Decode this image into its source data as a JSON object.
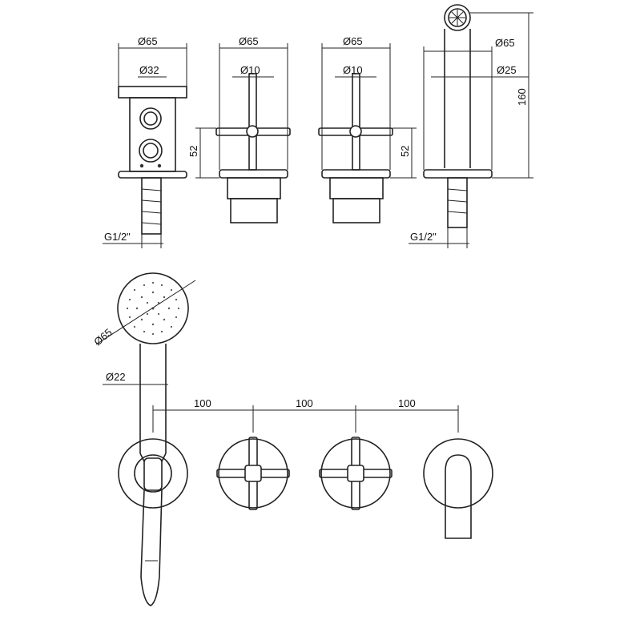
{
  "dimensions": {
    "view1": {
      "outer_diameter": "Ø65",
      "inner_diameter": "Ø32",
      "thread": "G1/2\""
    },
    "view2": {
      "outer_diameter": "Ø65",
      "stem_diameter": "Ø10",
      "height": "52"
    },
    "view3": {
      "outer_diameter": "Ø65",
      "stem_diameter": "Ø10",
      "height": "52"
    },
    "view4": {
      "outer_diameter": "Ø65",
      "spout_diameter": "Ø25",
      "total_height": "160",
      "thread": "G1/2\""
    },
    "front": {
      "shower_head_diameter": "Ø65",
      "handle_diameter": "Ø22",
      "spacing_1": "100",
      "spacing_2": "100",
      "spacing_3": "100"
    }
  }
}
